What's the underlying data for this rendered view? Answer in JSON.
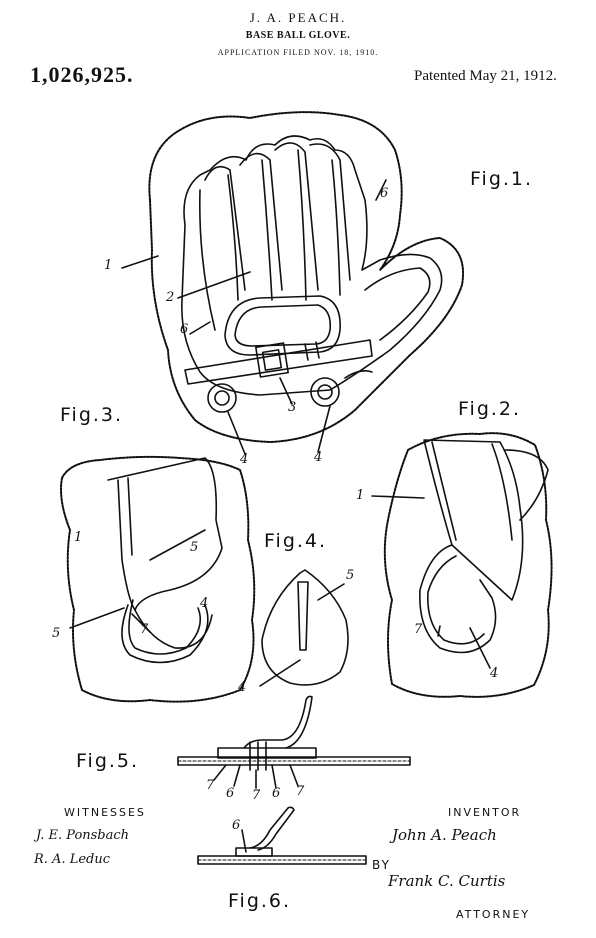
{
  "header": {
    "inventor_name": "J. A. PEACH.",
    "title": "BASE BALL GLOVE.",
    "filed": "APPLICATION FILED NOV. 18, 1910.",
    "patent_number": "1,026,925.",
    "patented": "Patented May 21, 1912."
  },
  "figures": {
    "fig1": "Fig.1.",
    "fig2": "Fig.2.",
    "fig3": "Fig.3.",
    "fig4": "Fig.4.",
    "fig5": "Fig.5.",
    "fig6": "Fig.6."
  },
  "refs": {
    "fig1": [
      "1",
      "2",
      "6",
      "6",
      "3",
      "4",
      "4"
    ],
    "fig2": [
      "1",
      "7",
      "4"
    ],
    "fig3": [
      "1",
      "5",
      "5",
      "7",
      "4"
    ],
    "fig4": [
      "5",
      "4"
    ],
    "fig5": [
      "7",
      "6",
      "7",
      "6",
      "7"
    ],
    "fig6": [
      "6"
    ]
  },
  "footer": {
    "witnesses_label": "WITNESSES",
    "witness_1": "J. E. Ponsbach",
    "witness_2": "R. A. Leduc",
    "inventor_label": "INVENTOR",
    "inventor_signature": "John A. Peach",
    "by_label": "BY",
    "attorney_signature": "Frank C. Curtis",
    "attorney_label": "ATTORNEY"
  }
}
